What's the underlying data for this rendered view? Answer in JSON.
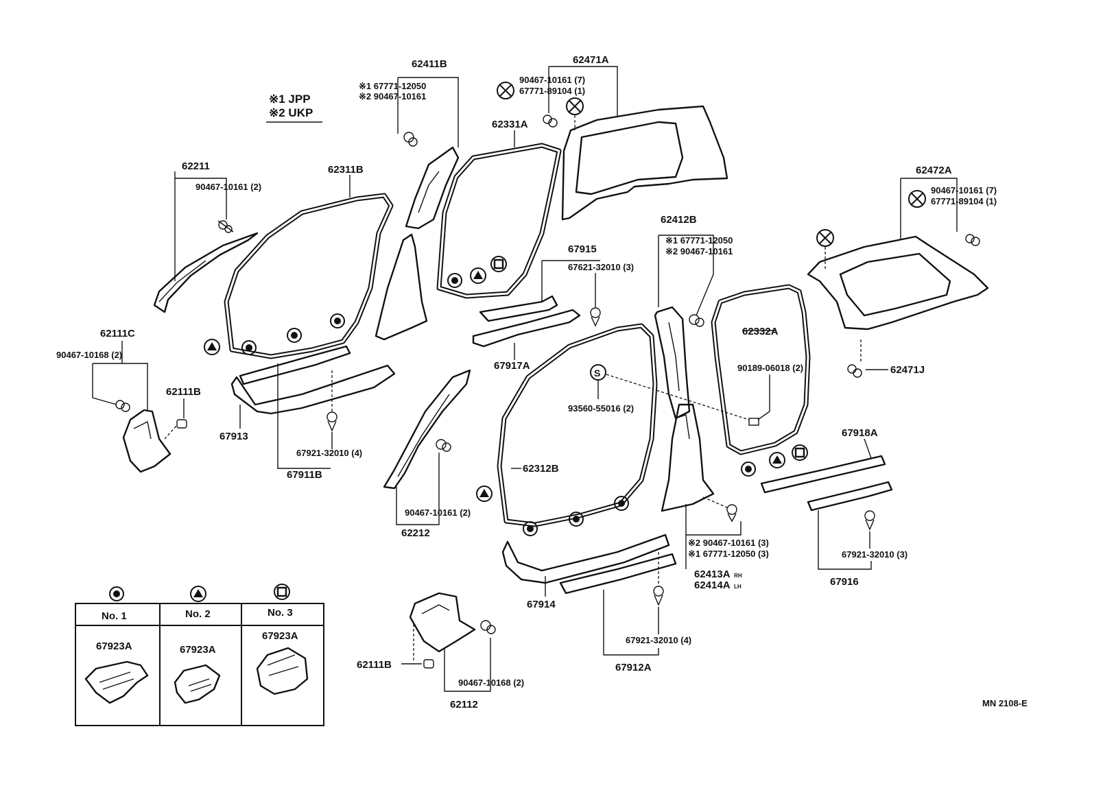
{
  "diagram_code": "MN 2108-E",
  "notes": {
    "n1": "※1 JPP",
    "n2": "※2 UKP"
  },
  "legend": {
    "col1": "No. 1",
    "col2": "No. 2",
    "col3": "No. 3",
    "part1": "67923A",
    "part2": "67923A",
    "part3": "67923A"
  },
  "labels": {
    "p62411B": "62411B",
    "p62411B_a": "※1 67771-12050",
    "p62411B_b": "※2 90467-10161",
    "p62471A": "62471A",
    "p62471A_a": "90467-10161 (7)",
    "p62471A_b": "67771-89104 (1)",
    "p62331A": "62331A",
    "p62211": "62211",
    "p62211_a": "90467-10161 (2)",
    "p62311B": "62311B",
    "p62472A": "62472A",
    "p62472A_a": "90467-10161 (7)",
    "p62472A_b": "67771-89104 (1)",
    "p62412B": "62412B",
    "p62412B_a": "※1 67771-12050",
    "p62412B_b": "※2 90467-10161",
    "p67915": "67915",
    "p67621": "67621-32010 (3)",
    "p67917A": "67917A",
    "p62332A": "62332A",
    "p62111C": "62111C",
    "p62111C_a": "90467-10168 (2)",
    "p62111B": "62111B",
    "p90189": "90189-06018 (2)",
    "p62471J": "62471J",
    "p93560": "93560-55016 (2)",
    "p67913": "67913",
    "p67921_4a": "67921-32010 (4)",
    "p67911B": "67911B",
    "p62312B": "62312B",
    "p67918A": "67918A",
    "p90467_2": "90467-10161 (2)",
    "p62212": "62212",
    "p62413_a": "※2 90467-10161 (3)",
    "p62413_b": "※1 67771-12050 (3)",
    "p62413A": "62413A",
    "p62413A_sub": "RH",
    "p62414A": "62414A",
    "p62414A_sub": "LH",
    "p67921_3": "67921-32010 (3)",
    "p67916": "67916",
    "p67914": "67914",
    "p67921_4b": "67921-32010 (4)",
    "p67912A": "67912A",
    "p62111B_2": "62111B",
    "p90467_10168": "90467-10168 (2)",
    "p62112": "62112"
  }
}
